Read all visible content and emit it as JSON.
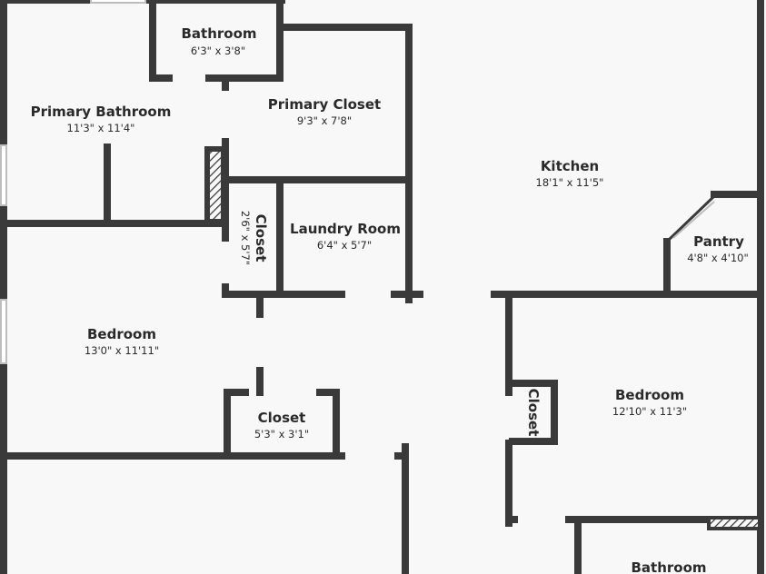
{
  "rooms": {
    "bathroom_top": {
      "name": "Bathroom",
      "dims": "6'3\" x 3'8\""
    },
    "primary_bathroom": {
      "name": "Primary Bathroom",
      "dims": "11'3\" x 11'4\""
    },
    "primary_closet": {
      "name": "Primary Closet",
      "dims": "9'3\" x 7'8\""
    },
    "kitchen": {
      "name": "Kitchen",
      "dims": "18'1\" x 11'5\""
    },
    "closet_vertical": {
      "name": "Closet",
      "dims": "2'6\" x 5'7\""
    },
    "laundry_room": {
      "name": "Laundry Room",
      "dims": "6'4\" x 5'7\""
    },
    "pantry": {
      "name": "Pantry",
      "dims": "4'8\" x 4'10\""
    },
    "bedroom_left": {
      "name": "Bedroom",
      "dims": "13'0\" x 11'11\""
    },
    "closet_small": {
      "name": "Closet",
      "dims": "5'3\" x 3'1\""
    },
    "bedroom_right": {
      "name": "Bedroom",
      "dims": "12'10\" x 11'3\""
    },
    "closet_right": {
      "name": "Closet"
    },
    "bathroom_bottom": {
      "name": "Bathroom"
    }
  },
  "colors": {
    "wall": "#3a3a3a",
    "floor": "#f8f8f8",
    "text": "#2a2a2a"
  }
}
